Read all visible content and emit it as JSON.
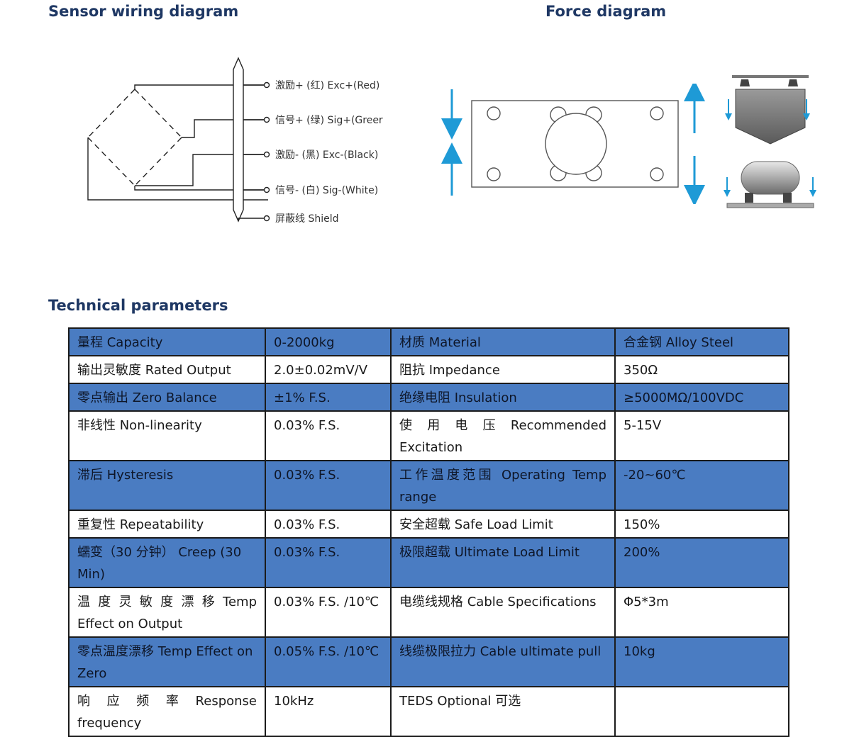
{
  "headings": {
    "wiring": "Sensor wiring diagram",
    "force": "Force diagram",
    "technical": "Technical parameters"
  },
  "wiring": {
    "labels": [
      "激励+ (红) Exc+(Red)",
      "信号+ (绿) Sig+(Greer",
      "激励- (黑) Exc-(Black)",
      "信号- (白) Sig-(White)",
      "屏蔽线 Shield"
    ]
  },
  "colors": {
    "heading": "#1f3864",
    "row_blue": "#4a7cc2",
    "arrow": "#1e9ad6"
  },
  "params": {
    "rows": [
      {
        "style": "blue",
        "c1": "量程 Capacity",
        "c2": "0-2000kg",
        "c3": "材质 Material",
        "c4": "合金钢 Alloy Steel"
      },
      {
        "style": "white",
        "c1": "输出灵敏度 Rated Output",
        "c2": "2.0±0.02mV/V",
        "c3": "阻抗 Impedance",
        "c4": "350Ω"
      },
      {
        "style": "blue",
        "c1": "零点输出 Zero Balance",
        "c2": "±1% F.S.",
        "c3": "绝缘电阻 Insulation",
        "c4": "≥5000MΩ/100VDC"
      },
      {
        "style": "white",
        "c1": "非线性 Non-linearity",
        "c2": "0.03% F.S.",
        "c3": "使 用 电 压 Recommended Excitation",
        "c4": "5-15V"
      },
      {
        "style": "blue",
        "c1": "滞后 Hysteresis",
        "c2": "0.03% F.S.",
        "c3": "工作温度范围 Operating Temp range",
        "c4": "-20~60℃"
      },
      {
        "style": "white",
        "c1": "重复性 Repeatability",
        "c2": "0.03% F.S.",
        "c3": "安全超载 Safe Load Limit",
        "c4": "150%"
      },
      {
        "style": "blue",
        "c1": "蠕变（30 分钟） Creep (30 Min)",
        "c2": "0.03% F.S.",
        "c3": "极限超载 Ultimate Load Limit",
        "c4": "200%"
      },
      {
        "style": "white",
        "c1": "温 度 灵 敏 度 漂 移 Temp Effect on Output",
        "c2": "0.03% F.S. /10℃",
        "c3": "电缆线规格 Cable Specifications",
        "c4": "Φ5*3m"
      },
      {
        "style": "blue",
        "c1": "零点温度漂移 Temp Effect on Zero",
        "c2": "0.05% F.S. /10℃",
        "c3": "线缆极限拉力 Cable ultimate pull",
        "c4": "10kg"
      },
      {
        "style": "white",
        "c1": "响 应 频 率 Response frequency",
        "c2": "10kHz",
        "c3": "TEDS Optional 可选",
        "c4": ""
      }
    ]
  }
}
